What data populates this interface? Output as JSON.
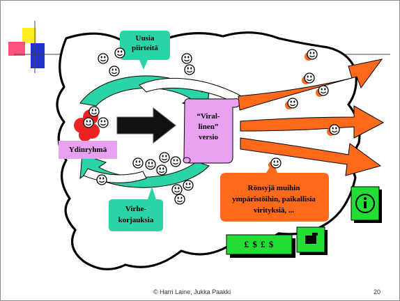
{
  "slide": {
    "bubble_new_features": "Uusia piirteitä",
    "label_official_version": "“Viral-linen” versio",
    "label_core_group": "Ydinryhmä",
    "bubble_bug_fixes": "Virhe-korjauksia",
    "bubble_forks": "Rönsyjä muihin ympäristöihin, paikallisia virityksiä, ...",
    "money_symbols": "£ $ £ $",
    "copyright": "© Harri Laine, Jukka Paakki",
    "page_number": "20"
  },
  "colors": {
    "cloud_fill": "#ffffff",
    "teal": "#2bd4a6",
    "orange": "#ff6a1a",
    "violet": "#e8a0f0",
    "green": "#22dd33",
    "red": "#ee2222",
    "yellow": "#ffee22",
    "blue": "#2233cc"
  },
  "icons": [
    "smiley-icon",
    "info-icon",
    "cash-register-icon",
    "money-note-icon"
  ]
}
